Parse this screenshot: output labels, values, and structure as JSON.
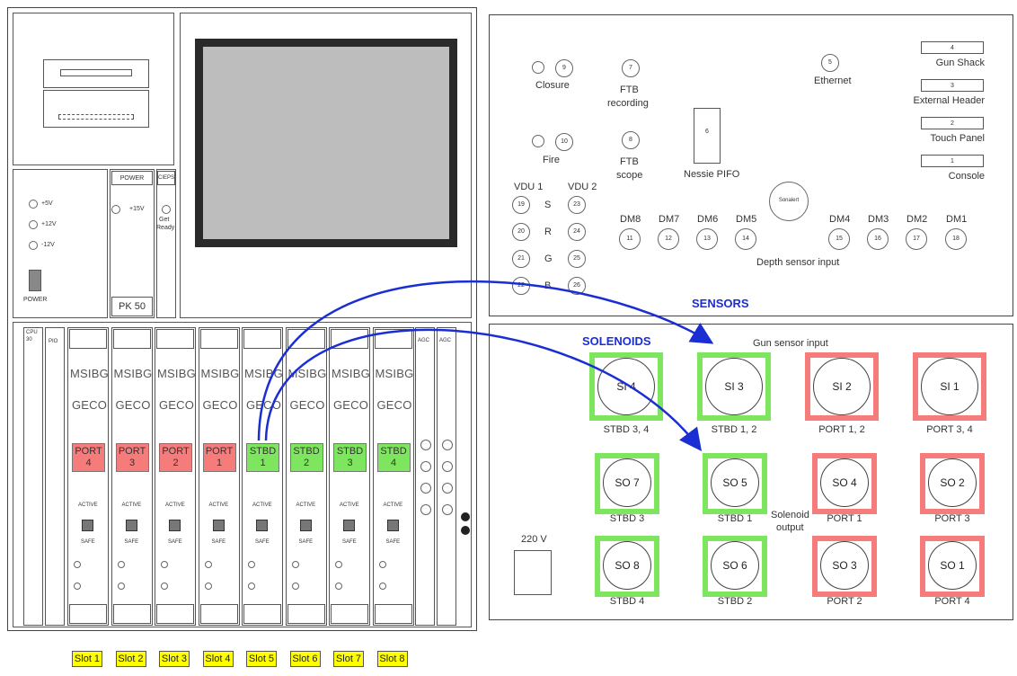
{
  "left_unit": {
    "psu": {
      "v1": "+5V",
      "v2": "+12V",
      "v3": "-12V",
      "switch": "POWER"
    },
    "power_card": {
      "title": "POWER",
      "label": "+15V",
      "model": "PK 50"
    },
    "ciep_card": {
      "title": "CIEPS",
      "label1": "Get",
      "label2": "Ready"
    },
    "rack": {
      "cpu": "CPU\n30",
      "pio": "PIO",
      "agc1": "AGC",
      "agc2": "AGC",
      "cards": [
        {
          "top": "MSIBG",
          "mid": "GECO",
          "badge_line1": "PORT",
          "badge_line2": "4",
          "color": "red"
        },
        {
          "top": "MSIBG",
          "mid": "GECO",
          "badge_line1": "PORT",
          "badge_line2": "3",
          "color": "red"
        },
        {
          "top": "MSIBG",
          "mid": "GECO",
          "badge_line1": "PORT",
          "badge_line2": "2",
          "color": "red"
        },
        {
          "top": "MSIBG",
          "mid": "GECO",
          "badge_line1": "PORT",
          "badge_line2": "1",
          "color": "red"
        },
        {
          "top": "MSIBG",
          "mid": "GECO",
          "badge_line1": "STBD",
          "badge_line2": "1",
          "color": "green"
        },
        {
          "top": "MSIBG",
          "mid": "GECO",
          "badge_line1": "STBD",
          "badge_line2": "2",
          "color": "green"
        },
        {
          "top": "MSIBG",
          "mid": "GECO",
          "badge_line1": "STBD",
          "badge_line2": "3",
          "color": "green"
        },
        {
          "top": "MSIBG",
          "mid": "GECO",
          "badge_line1": "STBD",
          "badge_line2": "4",
          "color": "green"
        }
      ],
      "active": "ACTIVE",
      "safe": "SAFE"
    },
    "slots": [
      "Slot 1",
      "Slot 2",
      "Slot 3",
      "Slot 4",
      "Slot 5",
      "Slot 6",
      "Slot 7",
      "Slot 8"
    ]
  },
  "right_panel": {
    "top": {
      "closure": {
        "label": "Closure",
        "num": "9"
      },
      "fire": {
        "label": "Fire",
        "num": "10"
      },
      "ftb_rec": {
        "num": "7",
        "l1": "FTB",
        "l2": "recording"
      },
      "ftb_scope": {
        "num": "8",
        "l1": "FTB",
        "l2": "scope"
      },
      "ethernet": {
        "num": "5",
        "label": "Ethernet"
      },
      "nessie": {
        "num": "6",
        "label": "Nessie PIFO"
      },
      "sonalert": "Sonalert",
      "right_slots": [
        {
          "num": "4",
          "label": "Gun Shack"
        },
        {
          "num": "3",
          "label": "External Header"
        },
        {
          "num": "2",
          "label": "Touch Panel"
        },
        {
          "num": "1",
          "label": "Console"
        }
      ],
      "vdu1": "VDU 1",
      "vdu2": "VDU 2",
      "vdu_rows": [
        {
          "a": "19",
          "letter": "S",
          "b": "23"
        },
        {
          "a": "20",
          "letter": "R",
          "b": "24"
        },
        {
          "a": "21",
          "letter": "G",
          "b": "25"
        },
        {
          "a": "22",
          "letter": "B",
          "b": "26"
        }
      ],
      "dm": [
        {
          "label": "DM8",
          "num": "11"
        },
        {
          "label": "DM7",
          "num": "12"
        },
        {
          "label": "DM6",
          "num": "13"
        },
        {
          "label": "DM5",
          "num": "14"
        },
        {
          "label": "DM4",
          "num": "15"
        },
        {
          "label": "DM3",
          "num": "16"
        },
        {
          "label": "DM2",
          "num": "17"
        },
        {
          "label": "DM1",
          "num": "18"
        }
      ],
      "depth": "Depth sensor input"
    },
    "bottom": {
      "gun_sensor": "Gun sensor input",
      "solenoid_output_1": "Solenoid",
      "solenoid_output_2": "output",
      "v220": "220 V",
      "sensors": [
        {
          "label": "SI 4",
          "sub": "STBD 3, 4",
          "color": "green"
        },
        {
          "label": "SI 3",
          "sub": "STBD 1, 2",
          "color": "green"
        },
        {
          "label": "SI 2",
          "sub": "PORT 1, 2",
          "color": "red"
        },
        {
          "label": "SI 1",
          "sub": "PORT 3, 4",
          "color": "red"
        }
      ],
      "solenoids_row1": [
        {
          "label": "SO 7",
          "sub": "STBD 3",
          "color": "green"
        },
        {
          "label": "SO 5",
          "sub": "STBD 1",
          "color": "green"
        },
        {
          "label": "SO 4",
          "sub": "PORT 1",
          "color": "red"
        },
        {
          "label": "SO 2",
          "sub": "PORT 3",
          "color": "red"
        }
      ],
      "solenoids_row2": [
        {
          "label": "SO 8",
          "sub": "STBD 4",
          "color": "green"
        },
        {
          "label": "SO 6",
          "sub": "STBD 2",
          "color": "green"
        },
        {
          "label": "SO 3",
          "sub": "PORT 2",
          "color": "red"
        },
        {
          "label": "SO 1",
          "sub": "PORT 4",
          "color": "red"
        }
      ]
    }
  },
  "annotations": {
    "sensors": "SENSORS",
    "solenoids": "SOLENOIDS"
  },
  "colors": {
    "green": "#7ee65e",
    "red": "#f67b7b",
    "arrow": "#1a2ed4",
    "slot_tag": "#ffff00"
  }
}
